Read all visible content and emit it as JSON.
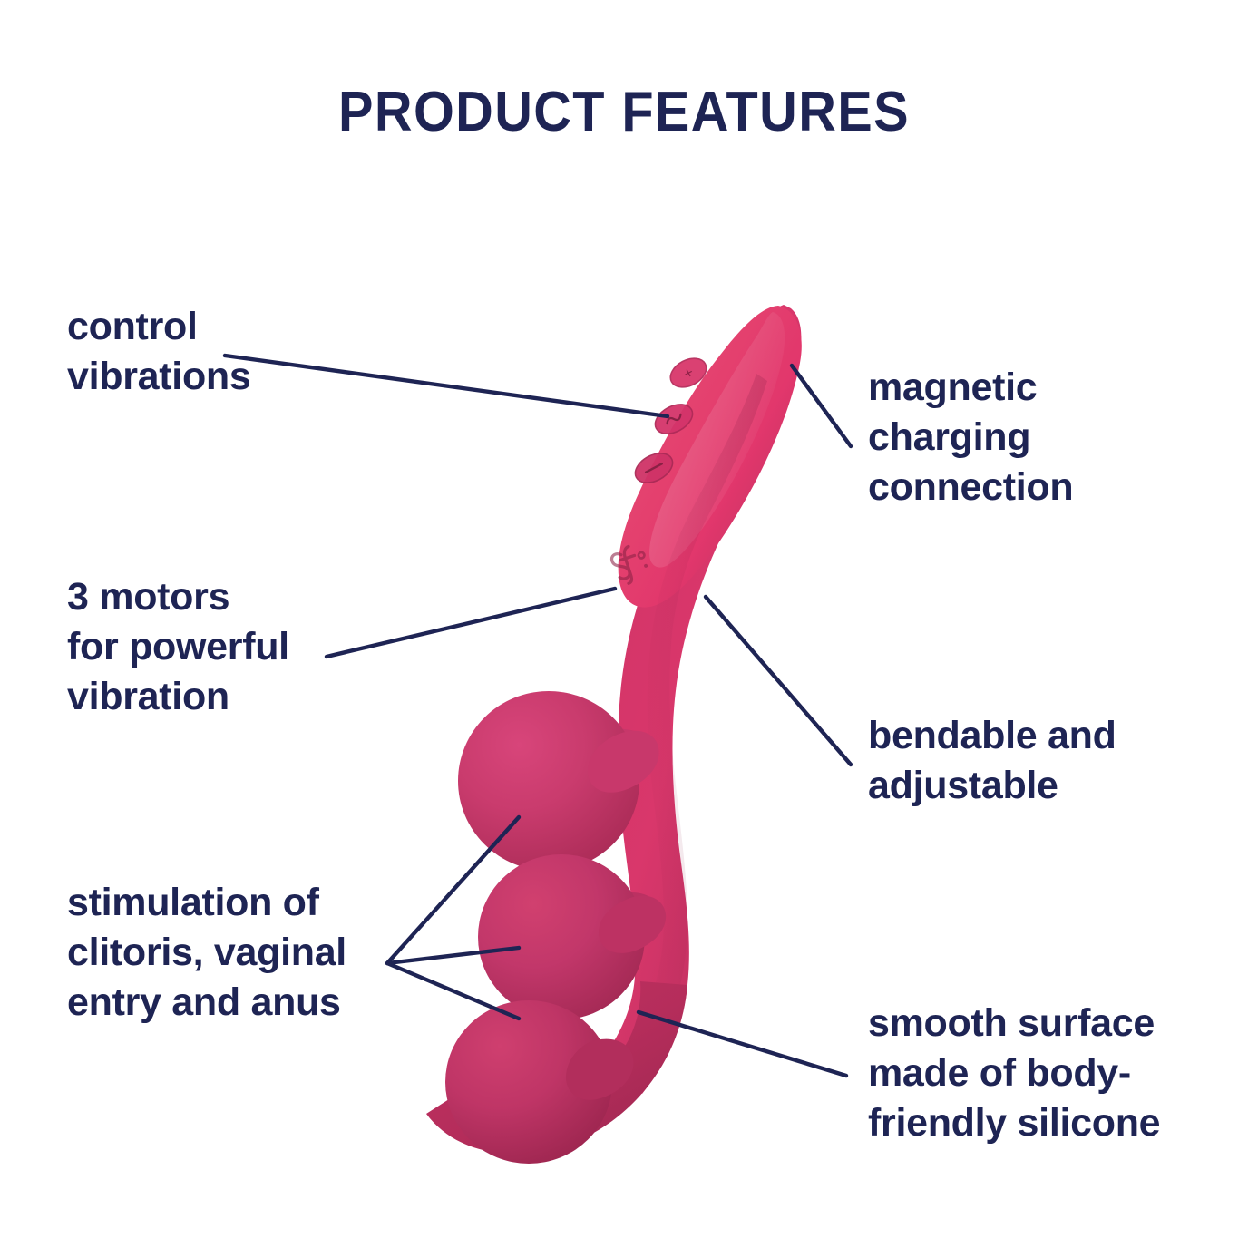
{
  "page": {
    "background_color": "#ffffff",
    "text_color": "#1e2454",
    "product_color_light": "#e63a6e",
    "product_color_mid": "#d43a68",
    "product_color_deep": "#b8305e",
    "title": "PRODUCT FEATURES"
  },
  "callouts": {
    "control_vibrations": {
      "line1": "control",
      "line2": "vibrations",
      "target": "control-buttons"
    },
    "three_motors": {
      "line1": "3 motors",
      "line2": "for powerful",
      "line3": "vibration",
      "target": "product-body-logo"
    },
    "stimulation": {
      "line1": "stimulation of",
      "line2": "clitoris, vaginal",
      "line3": "entry and anus",
      "target": "three-spheres"
    },
    "magnetic_charging": {
      "line1": "magnetic",
      "line2": "charging",
      "line3": "connection",
      "target": "product-tip"
    },
    "bendable": {
      "line1": "bendable and",
      "line2": "adjustable",
      "target": "product-neck"
    },
    "smooth_surface": {
      "line1": "smooth surface",
      "line2": "made of body-",
      "line3": "friendly silicone",
      "target": "product-tail"
    }
  },
  "product": {
    "name": "three-sphere-vibrator",
    "buttons": [
      {
        "name": "increase-button",
        "glyph": "+"
      },
      {
        "name": "power-button",
        "glyph": "~"
      },
      {
        "name": "decrease-button",
        "glyph": "−"
      }
    ],
    "brand_mark": "satisfyer-logo",
    "spheres": [
      {
        "name": "sphere-top"
      },
      {
        "name": "sphere-middle"
      },
      {
        "name": "sphere-bottom"
      }
    ]
  }
}
